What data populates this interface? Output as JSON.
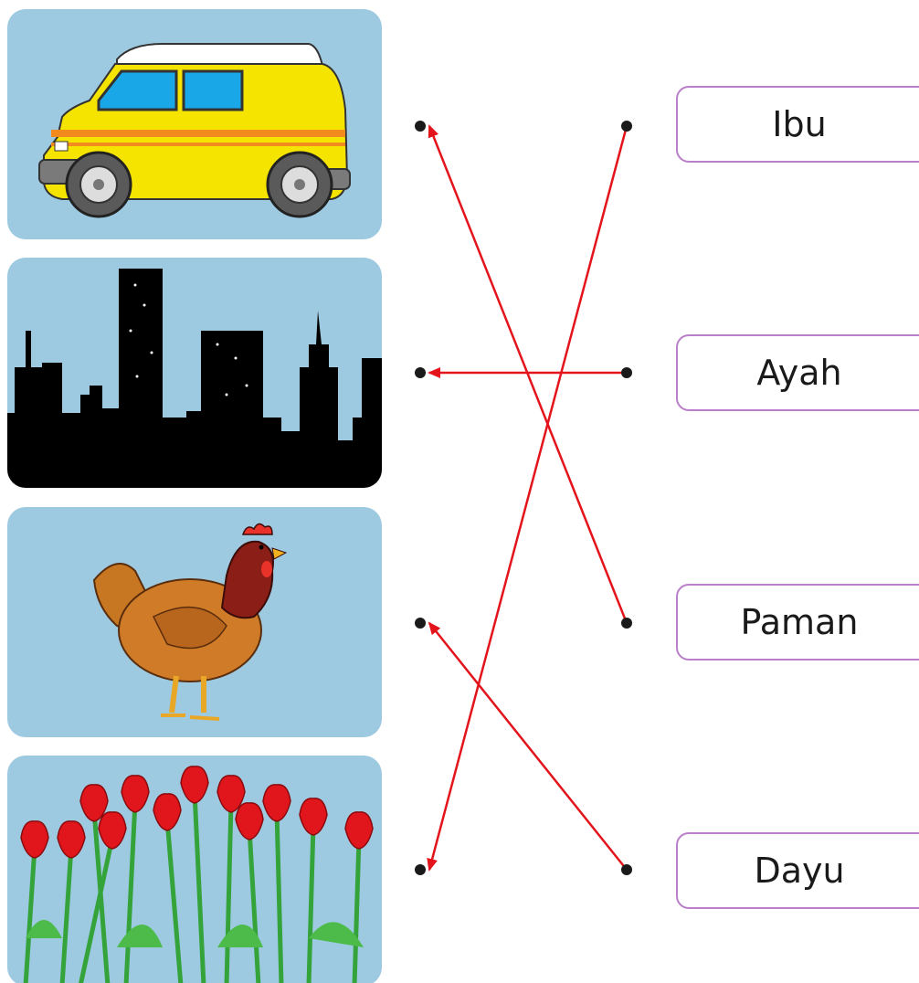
{
  "pictures": [
    {
      "subject": "yellow-van"
    },
    {
      "subject": "city-skyline"
    },
    {
      "subject": "hen"
    },
    {
      "subject": "red-tulips"
    }
  ],
  "names": [
    {
      "label": "Ibu"
    },
    {
      "label": "Ayah"
    },
    {
      "label": "Paman"
    },
    {
      "label": "Dayu"
    }
  ],
  "matches": [
    {
      "from_name": 0,
      "to_picture": 3
    },
    {
      "from_name": 1,
      "to_picture": 1
    },
    {
      "from_name": 2,
      "to_picture": 0
    },
    {
      "from_name": 3,
      "to_picture": 2
    }
  ],
  "colors": {
    "card_background": "#9ecae1",
    "name_box_border": "#b97fc9",
    "answer_line": "#e3141b",
    "dot": "#1a1a1a"
  }
}
